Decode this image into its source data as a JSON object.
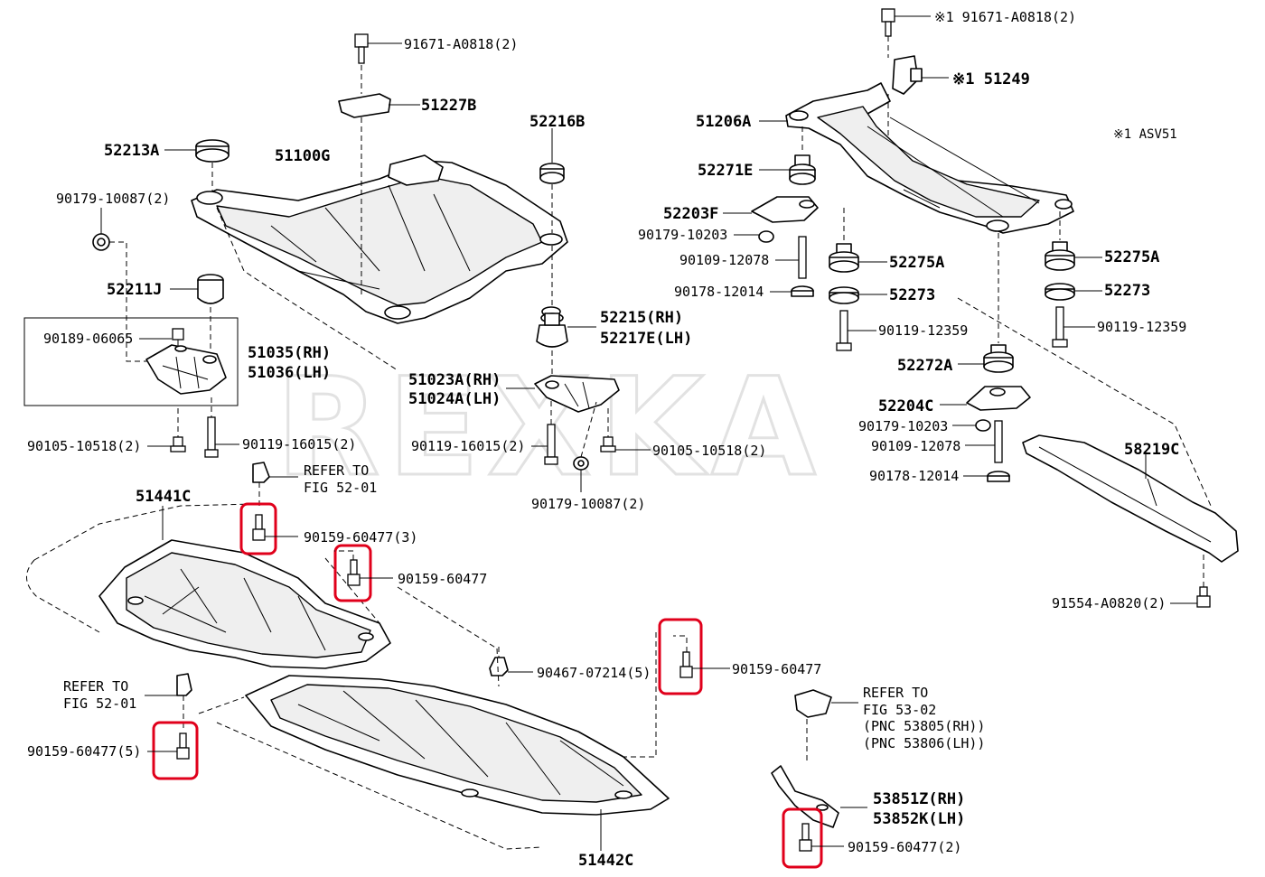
{
  "watermark": "REXKA",
  "variant_note": "※1 ASV51",
  "labels": {
    "p91671_a0818_left": "91671-A0818(2)",
    "p51227b": "51227B",
    "p52213a": "52213A",
    "p51100g": "51100G",
    "p52216b": "52216B",
    "p90179_10087_top": "90179-10087(2)",
    "p52211j": "52211J",
    "p90189_06065": "90189-06065",
    "p51035_rh": "51035(RH)",
    "p51036_lh": "51036(LH)",
    "p90105_10518_left": "90105-10518(2)",
    "p90119_16015_left": "90119-16015(2)",
    "p52215_rh": "52215(RH)",
    "p52217e_lh": "52217E(LH)",
    "p51023a_rh": "51023A(RH)",
    "p51024a_lh": "51024A(LH)",
    "p90119_16015_mid": "90119-16015(2)",
    "p90105_10518_mid": "90105-10518(2)",
    "p90179_10087_mid": "90179-10087(2)",
    "refer_1_line1": "REFER TO",
    "refer_1_line2": "FIG 52-01",
    "p51441c": "51441C",
    "p90159_60477_3": "90159-60477(3)",
    "p90159_60477_a": "90159-60477",
    "refer_2_line1": "REFER TO",
    "refer_2_line2": "FIG 52-01",
    "p90159_60477_5": "90159-60477(5)",
    "p90467_07214": "90467-07214(5)",
    "p90159_60477_b": "90159-60477",
    "p51442c": "51442C",
    "p91671_a0818_right": "※1 91671-A0818(2)",
    "p51249": "※1 51249",
    "p51206a": "51206A",
    "p52271e": "52271E",
    "p52203f": "52203F",
    "p90179_10203_top": "90179-10203",
    "p90109_12078_top": "90109-12078",
    "p90178_12014_top": "90178-12014",
    "p52275a_left": "52275A",
    "p52273_left": "52273",
    "p90119_12359_left": "90119-12359",
    "p52275a_right": "52275A",
    "p52273_right": "52273",
    "p90119_12359_right": "90119-12359",
    "p52272a": "52272A",
    "p52204c": "52204C",
    "p90179_10203_bot": "90179-10203",
    "p90109_12078_bot": "90109-12078",
    "p90178_12014_bot": "90178-12014",
    "p58219c": "58219C",
    "p91554_a0820": "91554-A0820(2)",
    "refer_3_line1": "REFER TO",
    "refer_3_line2": "FIG 53-02",
    "refer_3_line3": "(PNC 53805(RH))",
    "refer_3_line4": "(PNC 53806(LH))",
    "p53851z_rh": "53851Z(RH)",
    "p53852k_lh": "53852K(LH)",
    "p90159_60477_2": "90159-60477(2)"
  },
  "colors": {
    "highlight": "#e0001b",
    "ink": "#000000",
    "watermark": "#e2e2e2"
  }
}
